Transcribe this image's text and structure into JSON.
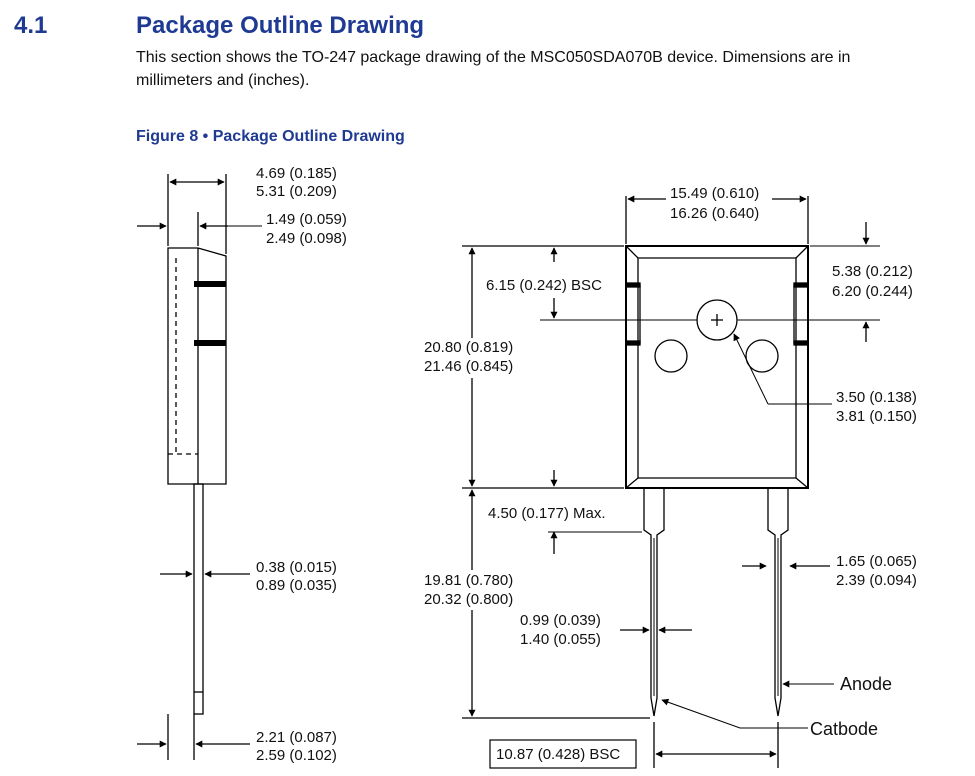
{
  "section": {
    "number": "4.1",
    "title": "Package Outline Drawing",
    "intro_line1": "This section shows the TO-247 package drawing of the MSC050SDA070B device. Dimensions are in",
    "intro_line2": "millimeters and (inches)."
  },
  "figure": {
    "caption": "Figure 8 • Package Outline Drawing"
  },
  "dimensions": {
    "d1a": "4.69 (0.185)",
    "d1b": "5.31 (0.209)",
    "d2a": "1.49 (0.059)",
    "d2b": "2.49 (0.098)",
    "d3a": "0.38 (0.015)",
    "d3b": "0.89 (0.035)",
    "d4a": "2.21 (0.087)",
    "d4b": "2.59 (0.102)",
    "d5a": "15.49 (0.610)",
    "d5b": "16.26 (0.640)",
    "d6": "6.15 (0.242) BSC",
    "d7a": "5.38 (0.212)",
    "d7b": "6.20 (0.244)",
    "d8a": "20.80 (0.819)",
    "d8b": "21.46 (0.845)",
    "d9a": "3.50 (0.138)",
    "d9b": "3.81 (0.150)",
    "d10": "4.50 (0.177) Max.",
    "d11a": "1.65 (0.065)",
    "d11b": "2.39 (0.094)",
    "d12a": "19.81 (0.780)",
    "d12b": "20.32 (0.800)",
    "d13a": "0.99 (0.039)",
    "d13b": "1.40 (0.055)",
    "d14": "10.87 (0.428) BSC"
  },
  "labels": {
    "anode": "Anode",
    "cathode": "Catbode"
  }
}
